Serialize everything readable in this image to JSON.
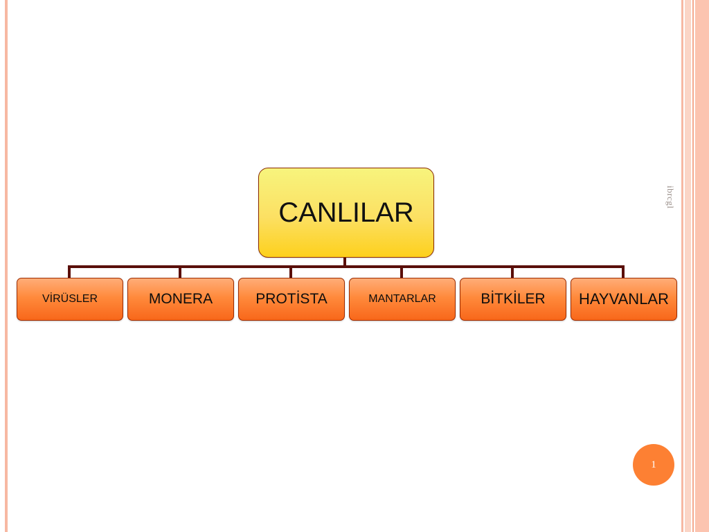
{
  "diagram": {
    "root": {
      "label": "CANLILAR"
    },
    "children": [
      {
        "label": "VİRÜSLER"
      },
      {
        "label": "MONERA"
      },
      {
        "label": "PROTİSTA"
      },
      {
        "label": "MANTARLAR"
      },
      {
        "label": "BİTKİLER"
      },
      {
        "label": "HAYVANLAR"
      }
    ],
    "colors": {
      "root_fill": "#fce063",
      "child_fill": "#ff8a3c",
      "connector": "#5a0f0a",
      "frame_stripes": "#f7b8a2"
    }
  },
  "slide": {
    "watermark": "ibrcgl",
    "page_number": "1"
  }
}
